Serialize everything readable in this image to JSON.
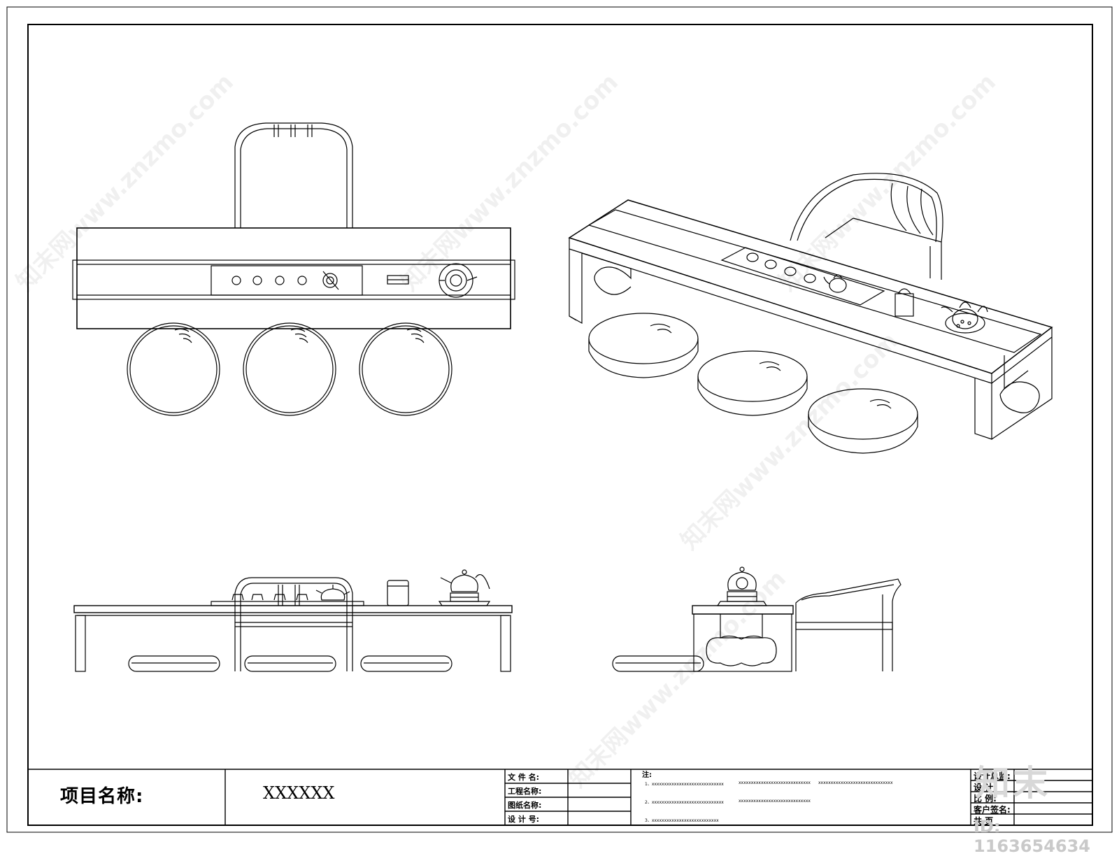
{
  "title_block": {
    "project_label": "项目名称:",
    "project_value": "XXXXXX",
    "fields": [
      "文 件 名:",
      "工程名称:",
      "图纸名称:",
      "设 计 号:"
    ],
    "notes_heading": "注:",
    "notes": [
      "1、xxxxxxxxxxxxxxxxxxxxxxxxxxxxx",
      "xxxxxxxxxxxxxxxxxxxxxxxxxxxxx",
      "xxxxxxxxxxxxxxxxxxxxxxxxxxxxxx",
      "2、xxxxxxxxxxxxxxxxxxxxxxxxxxxxx",
      "xxxxxxxxxxxxxxxxxxxxxxxxxxxxx",
      "3、xxxxxxxxxxxxxxxxxxxxxxxxxxx"
    ],
    "right_fields": [
      "设计总监:",
      "设    计:",
      "比    例:",
      "客户签名:",
      "共        页"
    ]
  },
  "watermark": {
    "text": "知末网www.znzmo.com",
    "logo": "知末",
    "id": "ID: 1163654634"
  },
  "colors": {
    "line": "#000000",
    "paper": "#ffffff",
    "watermark": "#d0d0d0"
  }
}
